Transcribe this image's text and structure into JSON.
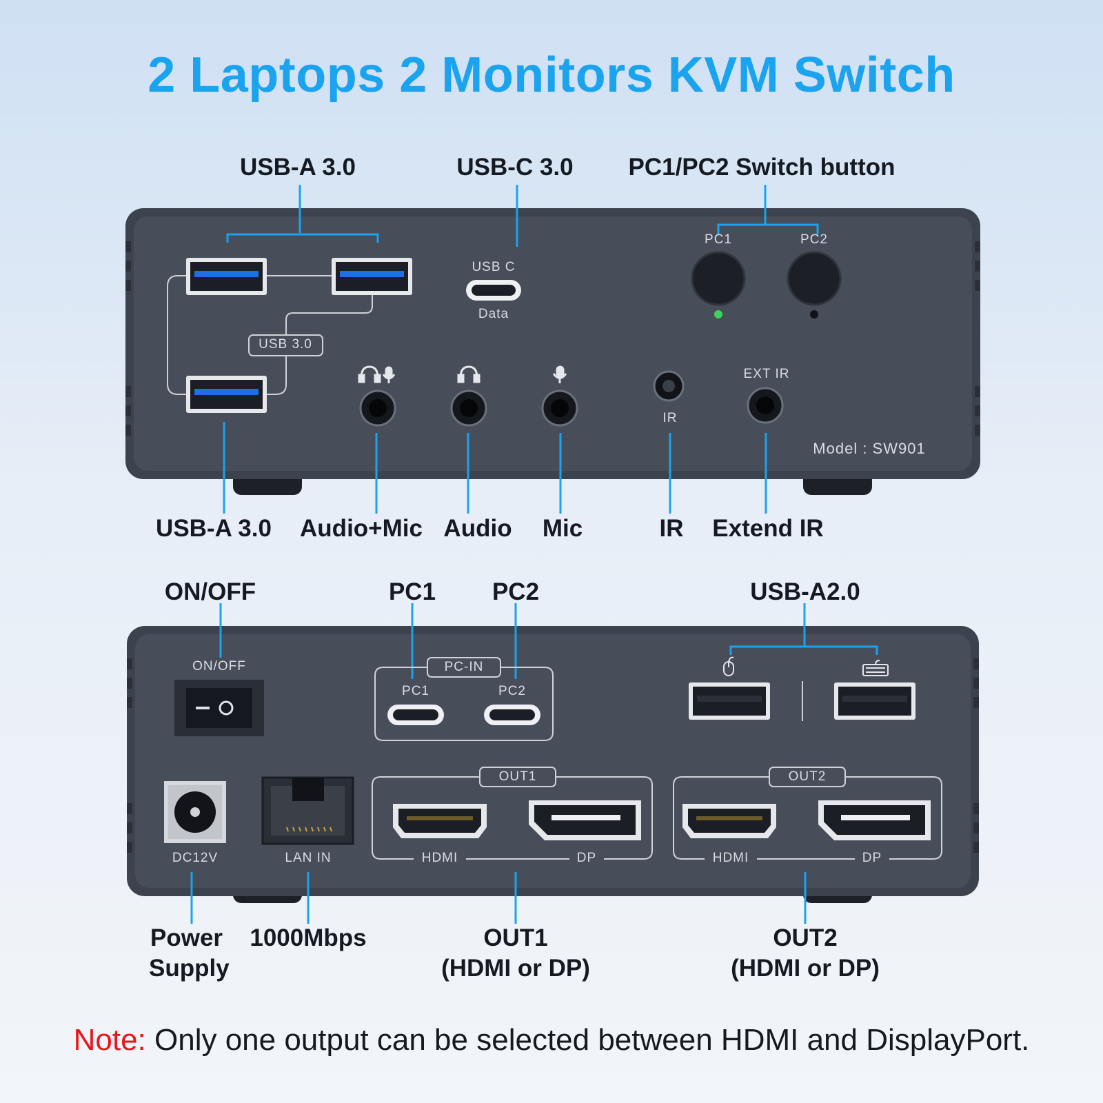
{
  "title": "2 Laptops 2 Monitors KVM Switch",
  "front_panel": {
    "callouts_top": {
      "usb_a": "USB-A 3.0",
      "usb_c": "USB-C 3.0",
      "switch_button": "PC1/PC2 Switch button"
    },
    "callouts_bottom": {
      "usb_a": "USB-A 3.0",
      "audio_mic": "Audio+Mic",
      "audio": "Audio",
      "mic": "Mic",
      "ir": "IR",
      "extend_ir": "Extend IR"
    },
    "printed": {
      "usb_c": "USB C",
      "data": "Data",
      "usb30": "USB 3.0",
      "pc1": "PC1",
      "pc2": "PC2",
      "ir": "IR",
      "ext_ir": "EXT IR",
      "model": "Model : SW901"
    },
    "led_active_color": "#3bd35a"
  },
  "rear_panel": {
    "callouts_top": {
      "on_off": "ON/OFF",
      "pc1": "PC1",
      "pc2": "PC2",
      "usb_a2": "USB-A2.0"
    },
    "callouts_bottom": {
      "power_line1": "Power",
      "power_line2": "Supply",
      "lan": "1000Mbps",
      "out1_line1": "OUT1",
      "out1_line2": "(HDMI or DP)",
      "out2_line1": "OUT2",
      "out2_line2": "(HDMI or DP)"
    },
    "printed": {
      "on_off": "ON/OFF",
      "pc_in": "PC-IN",
      "pc1": "PC1",
      "pc2": "PC2",
      "dc12v": "DC12V",
      "lan_in": "LAN IN",
      "out1": "OUT1",
      "out2": "OUT2",
      "hdmi": "HDMI",
      "dp": "DP"
    }
  },
  "note": {
    "prefix": "Note:",
    "text": " Only one output can be selected between HDMI and DisplayPort."
  },
  "colors": {
    "accent": "#1aa3ee",
    "panel": "#454b57",
    "note_red": "#e8161b"
  }
}
